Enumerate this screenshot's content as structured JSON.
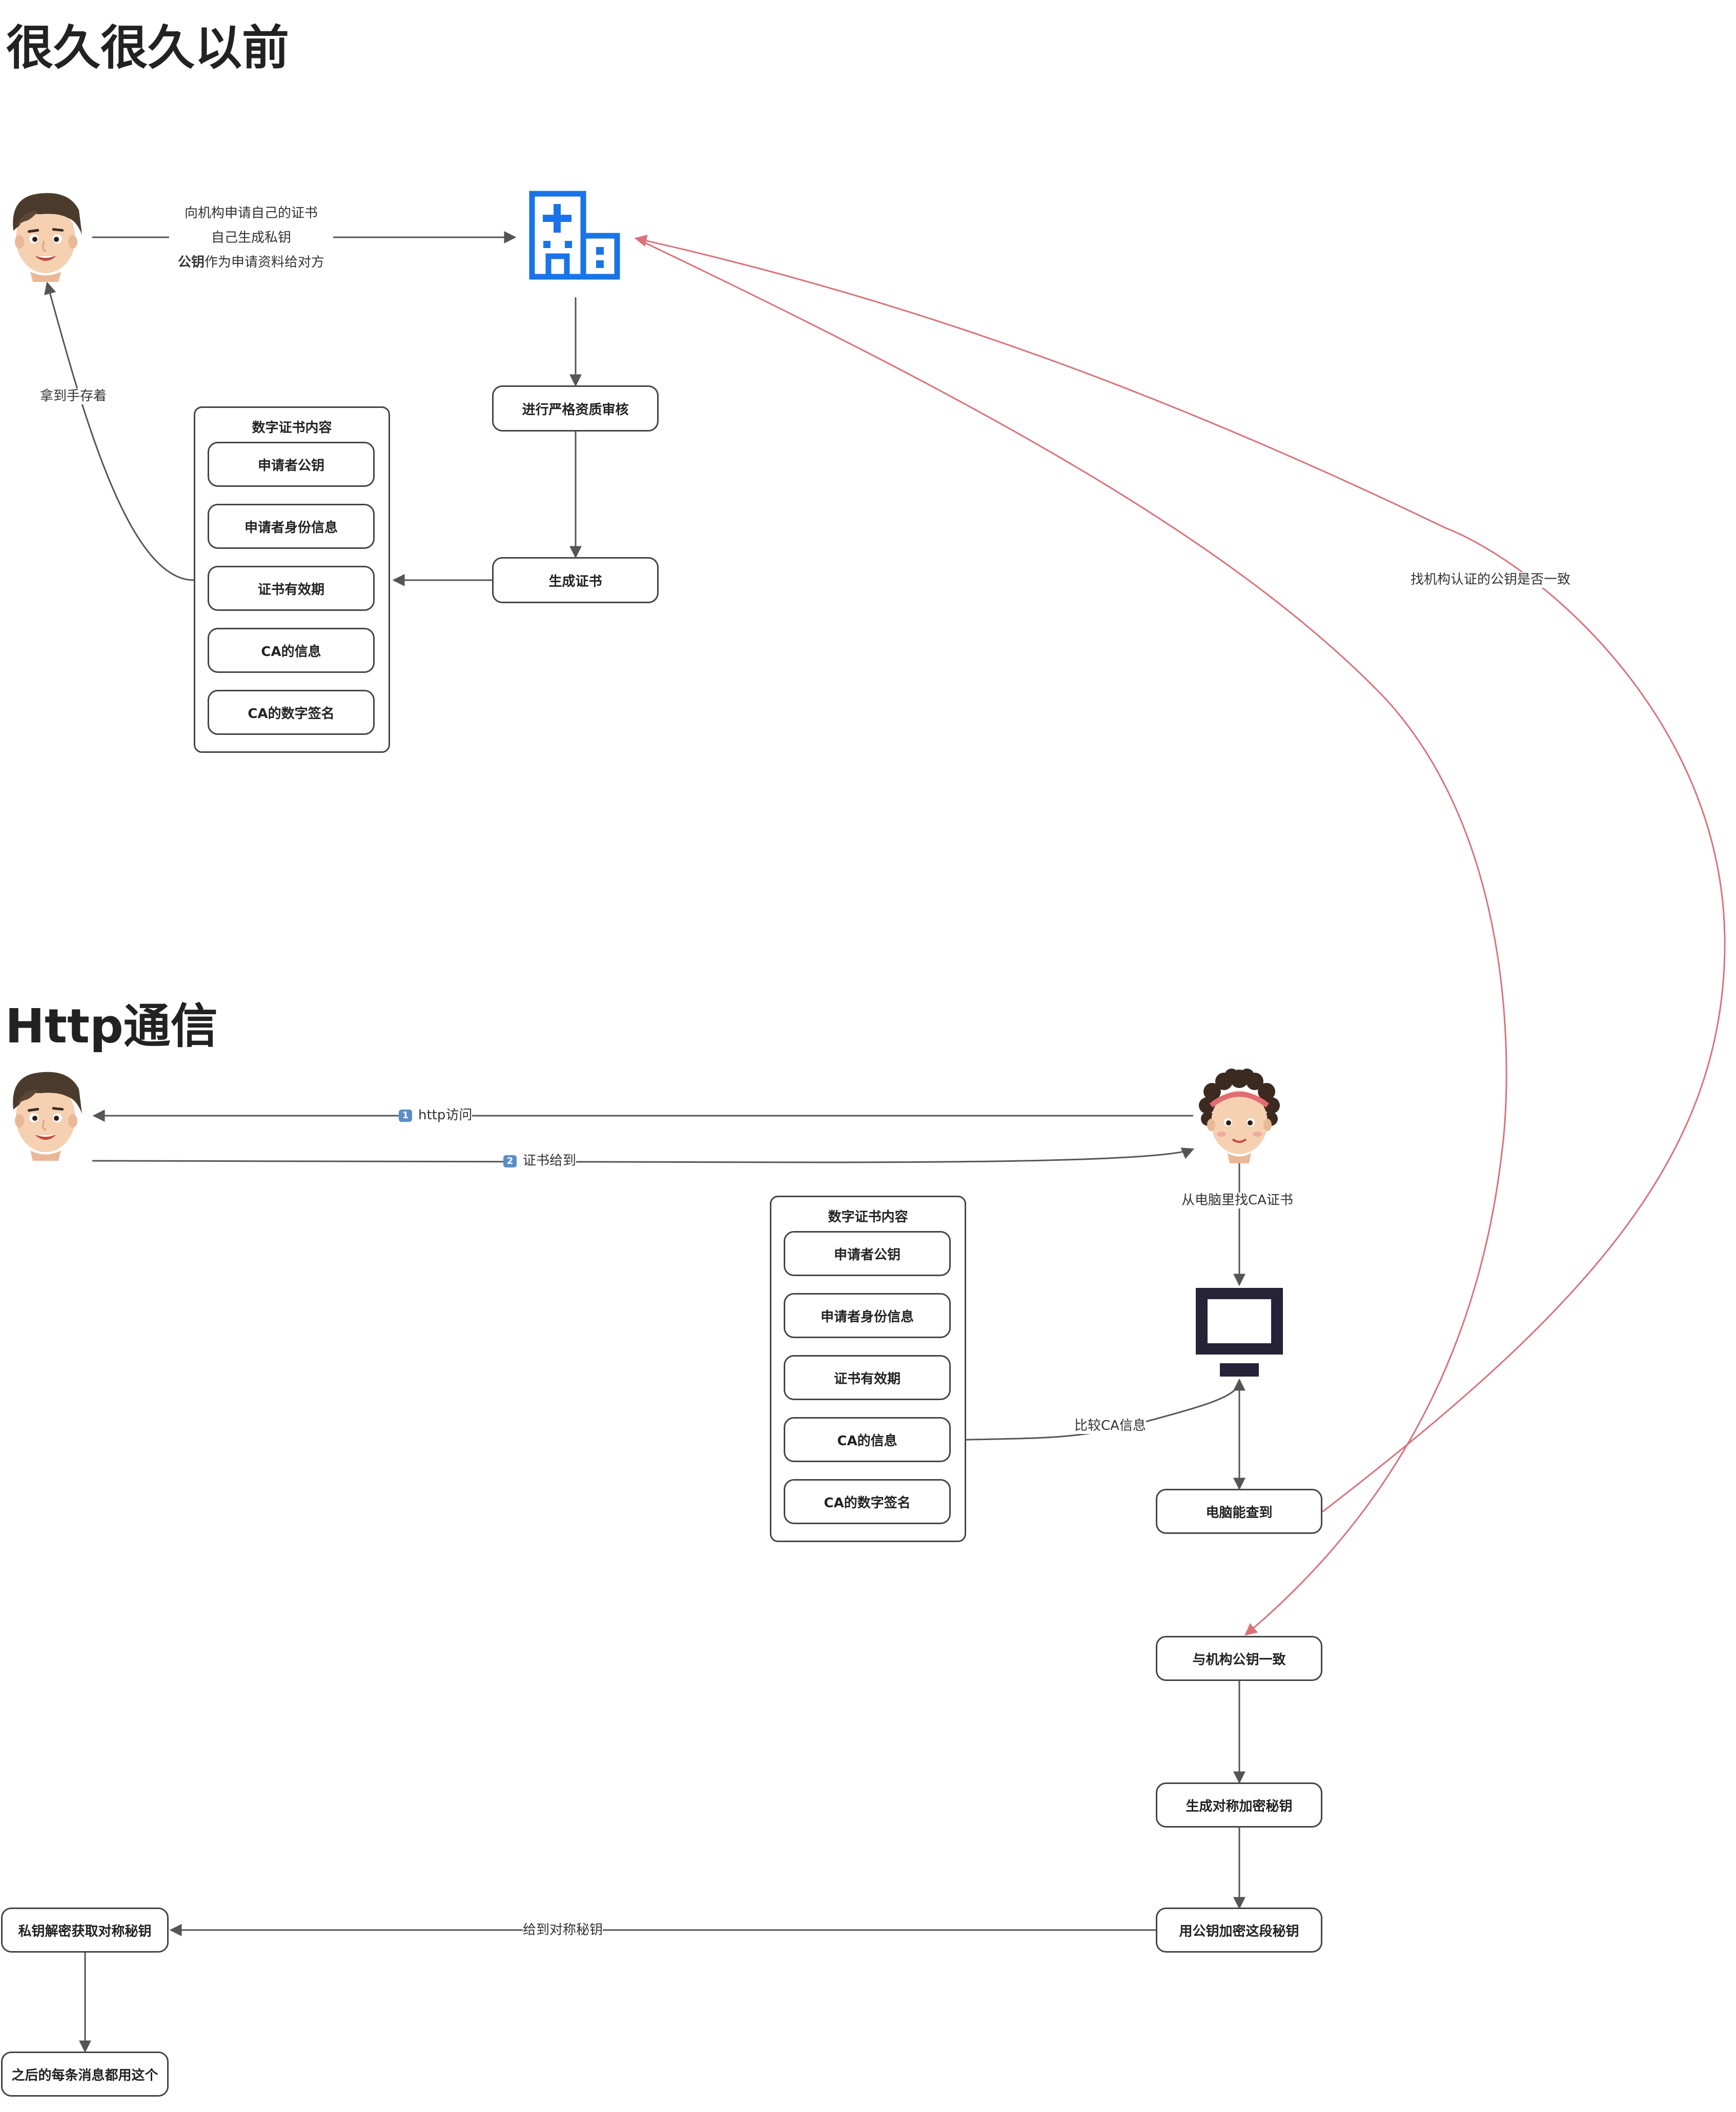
{
  "section1": {
    "title": "很久很久以前",
    "request_label": {
      "line1": "向机构申请自己的证书",
      "line2": "自己生成私钥",
      "line3_bold": "公钥",
      "line3_rest": "作为申请资料给对方"
    },
    "keep_label": "拿到手存着",
    "audit_box": "进行严格资质审核",
    "generate_box": "生成证书",
    "cert": {
      "title": "数字证书内容",
      "items": [
        "申请者公钥",
        "申请者身份信息",
        "证书有效期",
        "CA的信息",
        "CA的数字签名"
      ]
    }
  },
  "section2": {
    "title": "Http通信",
    "step1": {
      "badge": "1",
      "label": "http访问"
    },
    "step2": {
      "badge": "2",
      "label": "证书给到"
    },
    "find_ca_label": "从电脑里找CA证书",
    "compare_label": "比较CA信息",
    "verify_label": "找机构认证的公钥是否一致",
    "cert": {
      "title": "数字证书内容",
      "items": [
        "申请者公钥",
        "申请者身份信息",
        "证书有效期",
        "CA的信息",
        "CA的数字签名"
      ]
    },
    "computer_found_box": "电脑能查到",
    "match_box": "与机构公钥一致",
    "gen_sym_box": "生成对称加密秘钥",
    "encrypt_box": "用公钥加密这段秘钥",
    "give_sym_label": "给到对称秘钥",
    "decrypt_box": "私钥解密获取对称秘钥",
    "after_box": "之后的每条消息都用这个"
  },
  "colors": {
    "arrow": "#555555",
    "verify_curve": "#d9727a",
    "building_blue": "#1a73e8",
    "monitor_dark": "#262338",
    "badge_blue": "#5b8dc9"
  },
  "icons": [
    "man-avatar-icon",
    "hospital-building-icon",
    "woman-avatar-icon",
    "computer-monitor-icon"
  ]
}
